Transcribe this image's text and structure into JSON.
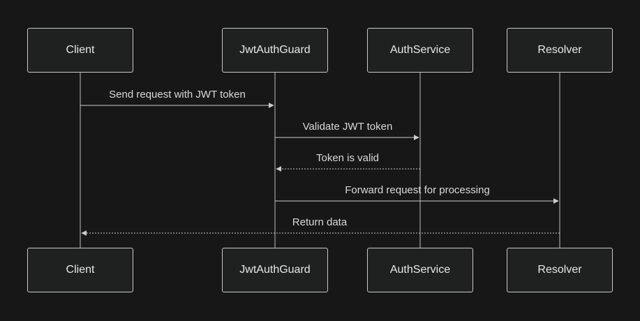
{
  "diagram": {
    "type": "sequence",
    "theme": {
      "background": "#171717",
      "actor_fill": "#1f2020",
      "actor_border": "#c9c9c9",
      "text_color": "#e8e8e8",
      "line_color": "#cccccc"
    },
    "actors": [
      {
        "name": "Client"
      },
      {
        "name": "JwtAuthGuard"
      },
      {
        "name": "AuthService"
      },
      {
        "name": "Resolver"
      }
    ],
    "messages": [
      {
        "from": "Client",
        "to": "JwtAuthGuard",
        "label": "Send request with JWT token",
        "style": "solid"
      },
      {
        "from": "JwtAuthGuard",
        "to": "AuthService",
        "label": "Validate JWT token",
        "style": "solid"
      },
      {
        "from": "AuthService",
        "to": "JwtAuthGuard",
        "label": "Token is valid",
        "style": "dotted"
      },
      {
        "from": "JwtAuthGuard",
        "to": "Resolver",
        "label": "Forward request for processing",
        "style": "solid"
      },
      {
        "from": "Resolver",
        "to": "Client",
        "label": "Return data",
        "style": "dotted"
      }
    ]
  }
}
